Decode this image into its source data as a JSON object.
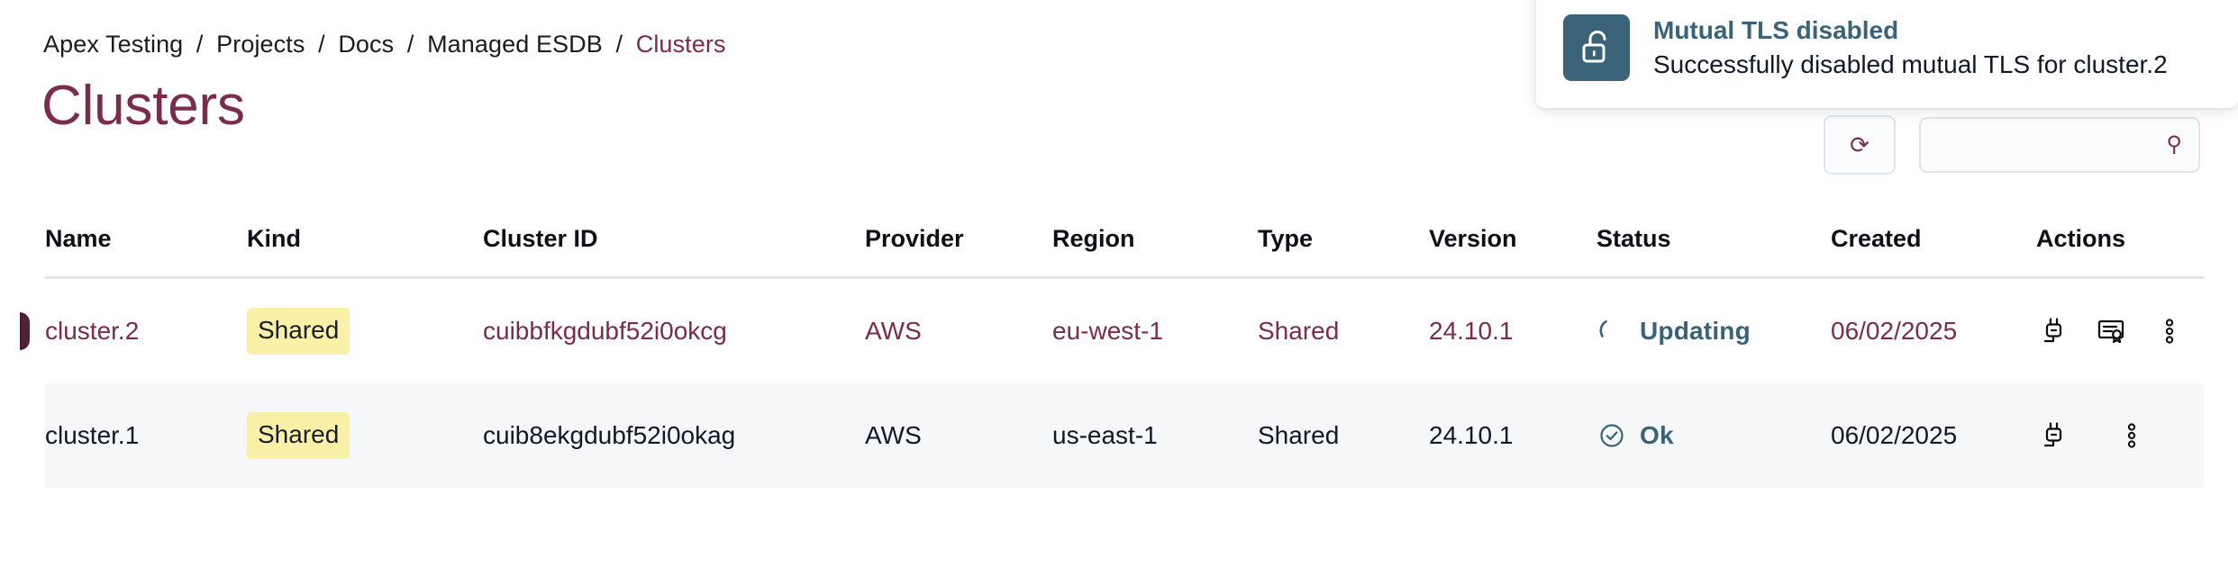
{
  "breadcrumb": {
    "items": [
      {
        "label": "Apex Testing",
        "current": false
      },
      {
        "label": "Projects",
        "current": false
      },
      {
        "label": "Docs",
        "current": false
      },
      {
        "label": "Managed ESDB",
        "current": false
      },
      {
        "label": "Clusters",
        "current": true
      }
    ],
    "separator": "/"
  },
  "page": {
    "title": "Clusters",
    "title_color": "#7a2b4e"
  },
  "toolbar": {
    "refresh_icon": "refresh-icon",
    "search_icon": "search-icon"
  },
  "toast": {
    "icon": "unlock-icon",
    "icon_bg": "#3a6379",
    "title": "Mutual TLS disabled",
    "message": "Successfully disabled mutual TLS for cluster.2"
  },
  "table": {
    "columns": [
      "Name",
      "Kind",
      "Cluster ID",
      "Provider",
      "Region",
      "Type",
      "Version",
      "Status",
      "Created",
      "Actions"
    ],
    "rows": [
      {
        "name": "cluster.2",
        "kind": "Shared",
        "cluster_id": "cuibbfkgdubf52i0okcg",
        "provider": "AWS",
        "region": "eu-west-1",
        "type": "Shared",
        "version": "24.10.1",
        "status": "Updating",
        "status_kind": "spinner",
        "created": "06/02/2025",
        "active": true,
        "actions": [
          "plug-icon",
          "certificate-icon",
          "more-vertical-icon"
        ]
      },
      {
        "name": "cluster.1",
        "kind": "Shared",
        "cluster_id": "cuib8ekgdubf52i0okag",
        "provider": "AWS",
        "region": "us-east-1",
        "type": "Shared",
        "version": "24.10.1",
        "status": "Ok",
        "status_kind": "check",
        "created": "06/02/2025",
        "active": false,
        "actions": [
          "plug-icon",
          "more-vertical-icon"
        ]
      }
    ]
  },
  "colors": {
    "accent_maroon": "#7a2b4e",
    "marker_maroon": "#4e2139",
    "status_teal": "#3a6379",
    "badge_yellow": "#faf0a8",
    "row_alt_bg": "#f5f7f9",
    "divider": "#dfe5ec"
  }
}
